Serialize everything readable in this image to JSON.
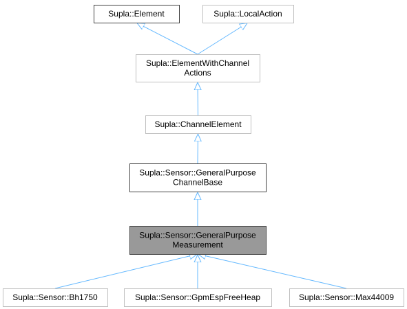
{
  "colors": {
    "edge": "#63b8ff",
    "node_border_default": "#bfbfbf",
    "node_border_dark": "#404040",
    "node_fill_default": "#ffffff",
    "node_fill_highlight": "#999999",
    "text": "#000000"
  },
  "nodes": [
    {
      "id": "element",
      "lines": [
        "Supla::Element"
      ],
      "style": "dark-border"
    },
    {
      "id": "local-action",
      "lines": [
        "Supla::LocalAction"
      ],
      "style": "default"
    },
    {
      "id": "element-with-channel-actions",
      "lines": [
        "Supla::ElementWithChannel",
        "Actions"
      ],
      "style": "default"
    },
    {
      "id": "channel-element",
      "lines": [
        "Supla::ChannelElement"
      ],
      "style": "default"
    },
    {
      "id": "general-purpose-channel-base",
      "lines": [
        "Supla::Sensor::GeneralPurpose",
        "ChannelBase"
      ],
      "style": "dark-border"
    },
    {
      "id": "general-purpose-measurement",
      "lines": [
        "Supla::Sensor::GeneralPurpose",
        "Measurement"
      ],
      "style": "highlight"
    },
    {
      "id": "bh1750",
      "lines": [
        "Supla::Sensor::Bh1750"
      ],
      "style": "default"
    },
    {
      "id": "gpm-esp-free-heap",
      "lines": [
        "Supla::Sensor::GpmEspFreeHeap"
      ],
      "style": "default"
    },
    {
      "id": "max44009",
      "lines": [
        "Supla::Sensor::Max44009"
      ],
      "style": "default"
    }
  ],
  "edges": [
    {
      "from": "element-with-channel-actions",
      "to": "element"
    },
    {
      "from": "element-with-channel-actions",
      "to": "local-action"
    },
    {
      "from": "channel-element",
      "to": "element-with-channel-actions"
    },
    {
      "from": "general-purpose-channel-base",
      "to": "channel-element"
    },
    {
      "from": "general-purpose-measurement",
      "to": "general-purpose-channel-base"
    },
    {
      "from": "bh1750",
      "to": "general-purpose-measurement"
    },
    {
      "from": "gpm-esp-free-heap",
      "to": "general-purpose-measurement"
    },
    {
      "from": "max44009",
      "to": "general-purpose-measurement"
    }
  ]
}
